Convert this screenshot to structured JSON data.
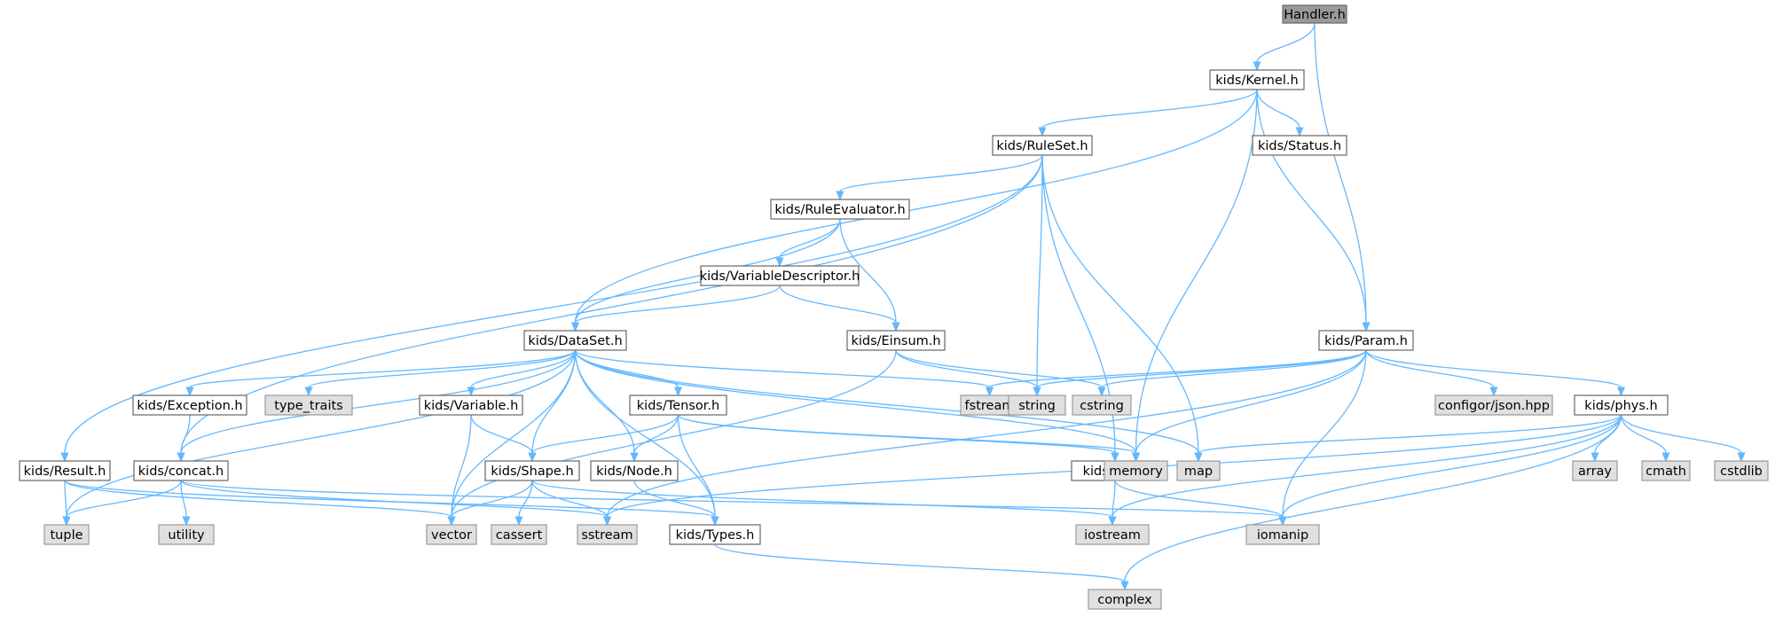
{
  "diagram": {
    "colors": {
      "root_fill": "#999999",
      "root_stroke": "#666666",
      "local_fill": "#ffffff",
      "local_stroke": "#666666",
      "system_fill": "#e0e0e0",
      "system_stroke": "#999999",
      "edge": "#63b8ff"
    },
    "nodes": [
      {
        "id": "handler",
        "label": "Handler.h",
        "kind": "root"
      },
      {
        "id": "kernel",
        "label": "kids/Kernel.h",
        "kind": "local"
      },
      {
        "id": "ruleset",
        "label": "kids/RuleSet.h",
        "kind": "local"
      },
      {
        "id": "status",
        "label": "kids/Status.h",
        "kind": "local"
      },
      {
        "id": "ruleeval",
        "label": "kids/RuleEvaluator.h",
        "kind": "local"
      },
      {
        "id": "vardesc",
        "label": "kids/VariableDescriptor.h",
        "kind": "local"
      },
      {
        "id": "dataset",
        "label": "kids/DataSet.h",
        "kind": "local"
      },
      {
        "id": "einsum",
        "label": "kids/Einsum.h",
        "kind": "local"
      },
      {
        "id": "param",
        "label": "kids/Param.h",
        "kind": "local"
      },
      {
        "id": "exception",
        "label": "kids/Exception.h",
        "kind": "local"
      },
      {
        "id": "type_traits",
        "label": "type_traits",
        "kind": "system"
      },
      {
        "id": "variable",
        "label": "kids/Variable.h",
        "kind": "local"
      },
      {
        "id": "tensor",
        "label": "kids/Tensor.h",
        "kind": "local"
      },
      {
        "id": "fstream",
        "label": "fstream",
        "kind": "system"
      },
      {
        "id": "string",
        "label": "string",
        "kind": "system"
      },
      {
        "id": "cstring",
        "label": "cstring",
        "kind": "system"
      },
      {
        "id": "jsonhpp",
        "label": "configor/json.hpp",
        "kind": "system"
      },
      {
        "id": "phys",
        "label": "kids/phys.h",
        "kind": "local"
      },
      {
        "id": "result",
        "label": "kids/Result.h",
        "kind": "local"
      },
      {
        "id": "concat",
        "label": "kids/concat.h",
        "kind": "local"
      },
      {
        "id": "shape",
        "label": "kids/Shape.h",
        "kind": "local"
      },
      {
        "id": "node",
        "label": "kids/Node.h",
        "kind": "local"
      },
      {
        "id": "fmt",
        "label": "kids/fmt.h",
        "kind": "local"
      },
      {
        "id": "memory",
        "label": "memory",
        "kind": "system"
      },
      {
        "id": "map",
        "label": "map",
        "kind": "system"
      },
      {
        "id": "array",
        "label": "array",
        "kind": "system"
      },
      {
        "id": "cmath",
        "label": "cmath",
        "kind": "system"
      },
      {
        "id": "cstdlib",
        "label": "cstdlib",
        "kind": "system"
      },
      {
        "id": "tuple",
        "label": "tuple",
        "kind": "system"
      },
      {
        "id": "utility",
        "label": "utility",
        "kind": "system"
      },
      {
        "id": "vector",
        "label": "vector",
        "kind": "system"
      },
      {
        "id": "cassert",
        "label": "cassert",
        "kind": "system"
      },
      {
        "id": "sstream",
        "label": "sstream",
        "kind": "system"
      },
      {
        "id": "types",
        "label": "kids/Types.h",
        "kind": "local"
      },
      {
        "id": "iostream",
        "label": "iostream",
        "kind": "system"
      },
      {
        "id": "iomanip",
        "label": "iomanip",
        "kind": "system"
      },
      {
        "id": "complex",
        "label": "complex",
        "kind": "system"
      }
    ],
    "edges": [
      [
        "handler",
        "kernel"
      ],
      [
        "handler",
        "param"
      ],
      [
        "kernel",
        "dataset"
      ],
      [
        "kernel",
        "ruleset"
      ],
      [
        "kernel",
        "status"
      ],
      [
        "kernel",
        "param"
      ],
      [
        "kernel",
        "memory"
      ],
      [
        "ruleset",
        "result"
      ],
      [
        "ruleset",
        "concat"
      ],
      [
        "ruleset",
        "ruleeval"
      ],
      [
        "ruleset",
        "string"
      ],
      [
        "ruleset",
        "fmt"
      ],
      [
        "ruleset",
        "map"
      ],
      [
        "ruleeval",
        "dataset"
      ],
      [
        "ruleeval",
        "vardesc"
      ],
      [
        "ruleeval",
        "einsum"
      ],
      [
        "vardesc",
        "dataset"
      ],
      [
        "vardesc",
        "einsum"
      ],
      [
        "dataset",
        "tuple"
      ],
      [
        "dataset",
        "concat"
      ],
      [
        "dataset",
        "exception"
      ],
      [
        "dataset",
        "type_traits"
      ],
      [
        "dataset",
        "variable"
      ],
      [
        "dataset",
        "vector"
      ],
      [
        "dataset",
        "shape"
      ],
      [
        "dataset",
        "node"
      ],
      [
        "dataset",
        "tensor"
      ],
      [
        "dataset",
        "types"
      ],
      [
        "dataset",
        "fstream"
      ],
      [
        "dataset",
        "memory"
      ],
      [
        "dataset",
        "map"
      ],
      [
        "einsum",
        "vector"
      ],
      [
        "einsum",
        "string"
      ],
      [
        "einsum",
        "cstring"
      ],
      [
        "param",
        "fstream"
      ],
      [
        "param",
        "string"
      ],
      [
        "param",
        "cstring"
      ],
      [
        "param",
        "jsonhpp"
      ],
      [
        "param",
        "phys"
      ],
      [
        "param",
        "memory"
      ],
      [
        "param",
        "sstream"
      ],
      [
        "param",
        "iomanip"
      ],
      [
        "exception",
        "concat"
      ],
      [
        "variable",
        "shape"
      ],
      [
        "variable",
        "vector"
      ],
      [
        "tensor",
        "shape"
      ],
      [
        "tensor",
        "node"
      ],
      [
        "tensor",
        "types"
      ],
      [
        "tensor",
        "fmt"
      ],
      [
        "tensor",
        "memory"
      ],
      [
        "phys",
        "map"
      ],
      [
        "phys",
        "array"
      ],
      [
        "phys",
        "cmath"
      ],
      [
        "phys",
        "cstdlib"
      ],
      [
        "phys",
        "sstream"
      ],
      [
        "phys",
        "iostream"
      ],
      [
        "phys",
        "iomanip"
      ],
      [
        "phys",
        "complex"
      ],
      [
        "result",
        "tuple"
      ],
      [
        "result",
        "vector"
      ],
      [
        "result",
        "types"
      ],
      [
        "concat",
        "tuple"
      ],
      [
        "concat",
        "utility"
      ],
      [
        "concat",
        "sstream"
      ],
      [
        "concat",
        "iomanip"
      ],
      [
        "shape",
        "vector"
      ],
      [
        "shape",
        "cassert"
      ],
      [
        "shape",
        "sstream"
      ],
      [
        "shape",
        "iostream"
      ],
      [
        "node",
        "types"
      ],
      [
        "fmt",
        "iostream"
      ],
      [
        "fmt",
        "iomanip"
      ],
      [
        "types",
        "complex"
      ]
    ]
  }
}
